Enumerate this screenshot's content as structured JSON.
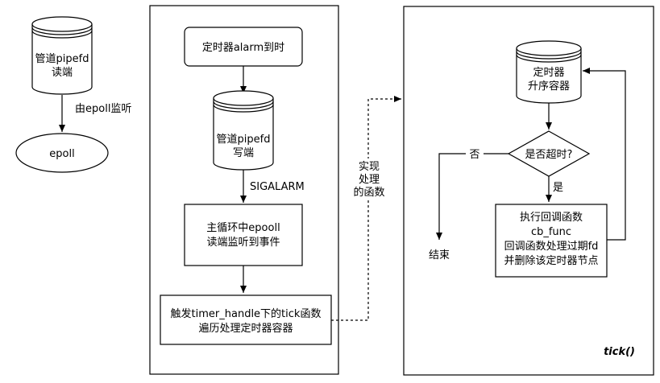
{
  "left": {
    "db_read": [
      "管道pipefd",
      "读端"
    ],
    "edge_label": "由epoll监听",
    "epoll": "epoll"
  },
  "middle": {
    "alarm": "定时器alarm到时",
    "db_write": [
      "管道pipefd",
      "写端"
    ],
    "edge_label": "SIGALARM",
    "mainloop": [
      "主循环中epooll",
      "读端监听到事件"
    ],
    "trigger": [
      "触发timer_handle下的tick函数",
      "遍历处理定时器容器"
    ]
  },
  "connector_label": [
    "实现",
    "处理",
    "的函数"
  ],
  "right": {
    "container": [
      "定时器",
      "升序容器"
    ],
    "decision": "是否超时?",
    "no_label": "否",
    "yes_label": "是",
    "end": "结束",
    "exec": [
      "执行回调函数",
      "cb_func",
      "回调函数处理过期fd",
      "并删除该定时器节点"
    ],
    "title": "tick()"
  }
}
